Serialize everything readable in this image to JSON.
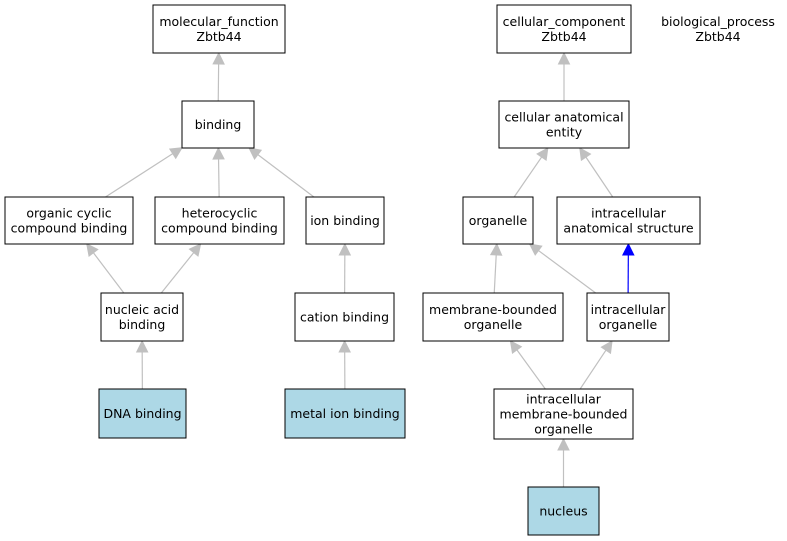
{
  "colors": {
    "background": "#ffffff",
    "node_fill_default": "#ffffff",
    "node_fill_highlight": "#add8e6",
    "node_stroke": "#000000",
    "edge_default": "#c0c0c0",
    "edge_highlight": "#0000ff"
  },
  "nodes": [
    {
      "id": "molecular_function",
      "lines": [
        "molecular_function",
        "Zbtb44"
      ],
      "highlight": false
    },
    {
      "id": "binding",
      "lines": [
        "binding"
      ],
      "highlight": false
    },
    {
      "id": "organic_cyclic",
      "lines": [
        "organic cyclic",
        "compound binding"
      ],
      "highlight": false
    },
    {
      "id": "heterocyclic",
      "lines": [
        "heterocyclic",
        "compound binding"
      ],
      "highlight": false
    },
    {
      "id": "ion_binding",
      "lines": [
        "ion binding"
      ],
      "highlight": false
    },
    {
      "id": "nucleic_acid",
      "lines": [
        "nucleic acid",
        "binding"
      ],
      "highlight": false
    },
    {
      "id": "cation_binding",
      "lines": [
        "cation binding"
      ],
      "highlight": false
    },
    {
      "id": "dna_binding",
      "lines": [
        "DNA binding"
      ],
      "highlight": true
    },
    {
      "id": "metal_ion_binding",
      "lines": [
        "metal ion binding"
      ],
      "highlight": true
    },
    {
      "id": "cellular_component",
      "lines": [
        "cellular_component",
        "Zbtb44"
      ],
      "highlight": false
    },
    {
      "id": "biological_process",
      "lines": [
        "biological_process",
        "Zbtb44"
      ],
      "highlight": false,
      "borderless": true
    },
    {
      "id": "cellular_anatomical",
      "lines": [
        "cellular anatomical",
        "entity"
      ],
      "highlight": false
    },
    {
      "id": "organelle",
      "lines": [
        "organelle"
      ],
      "highlight": false
    },
    {
      "id": "intracellular_anatomical",
      "lines": [
        "intracellular",
        "anatomical structure"
      ],
      "highlight": false
    },
    {
      "id": "membrane_bounded",
      "lines": [
        "membrane-bounded",
        "organelle"
      ],
      "highlight": false
    },
    {
      "id": "intracellular_organelle",
      "lines": [
        "intracellular",
        "organelle"
      ],
      "highlight": false
    },
    {
      "id": "intracellular_membrane",
      "lines": [
        "intracellular",
        "membrane-bounded",
        "organelle"
      ],
      "highlight": false
    },
    {
      "id": "nucleus",
      "lines": [
        "nucleus"
      ],
      "highlight": true
    }
  ],
  "edges": [
    {
      "from": "binding",
      "to": "molecular_function",
      "color": "default"
    },
    {
      "from": "organic_cyclic",
      "to": "binding",
      "color": "default"
    },
    {
      "from": "heterocyclic",
      "to": "binding",
      "color": "default"
    },
    {
      "from": "ion_binding",
      "to": "binding",
      "color": "default"
    },
    {
      "from": "nucleic_acid",
      "to": "organic_cyclic",
      "color": "default"
    },
    {
      "from": "nucleic_acid",
      "to": "heterocyclic",
      "color": "default"
    },
    {
      "from": "cation_binding",
      "to": "ion_binding",
      "color": "default"
    },
    {
      "from": "dna_binding",
      "to": "nucleic_acid",
      "color": "default"
    },
    {
      "from": "metal_ion_binding",
      "to": "cation_binding",
      "color": "default"
    },
    {
      "from": "cellular_anatomical",
      "to": "cellular_component",
      "color": "default"
    },
    {
      "from": "organelle",
      "to": "cellular_anatomical",
      "color": "default"
    },
    {
      "from": "intracellular_anatomical",
      "to": "cellular_anatomical",
      "color": "default"
    },
    {
      "from": "membrane_bounded",
      "to": "organelle",
      "color": "default"
    },
    {
      "from": "intracellular_organelle",
      "to": "organelle",
      "color": "default"
    },
    {
      "from": "intracellular_organelle",
      "to": "intracellular_anatomical",
      "color": "highlight"
    },
    {
      "from": "intracellular_membrane",
      "to": "membrane_bounded",
      "color": "default"
    },
    {
      "from": "intracellular_membrane",
      "to": "intracellular_organelle",
      "color": "default"
    },
    {
      "from": "nucleus",
      "to": "intracellular_membrane",
      "color": "default"
    }
  ]
}
